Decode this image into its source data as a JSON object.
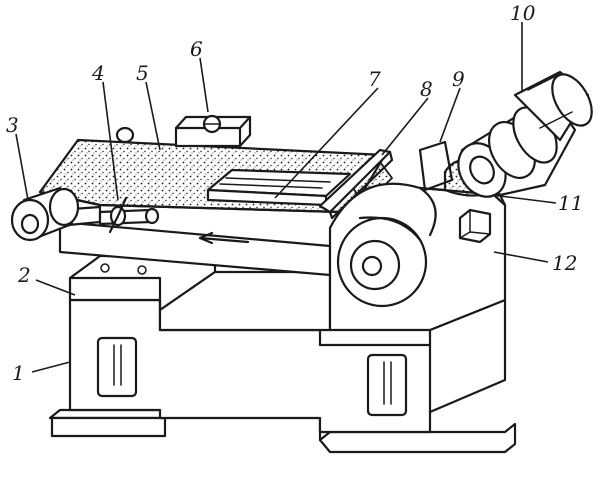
{
  "figure": {
    "labels": [
      "1",
      "2",
      "3",
      "4",
      "5",
      "6",
      "7",
      "8",
      "9",
      "10",
      "11",
      "12"
    ]
  },
  "colors": {
    "ink": "#1a1a1a",
    "paper": "#ffffff"
  }
}
